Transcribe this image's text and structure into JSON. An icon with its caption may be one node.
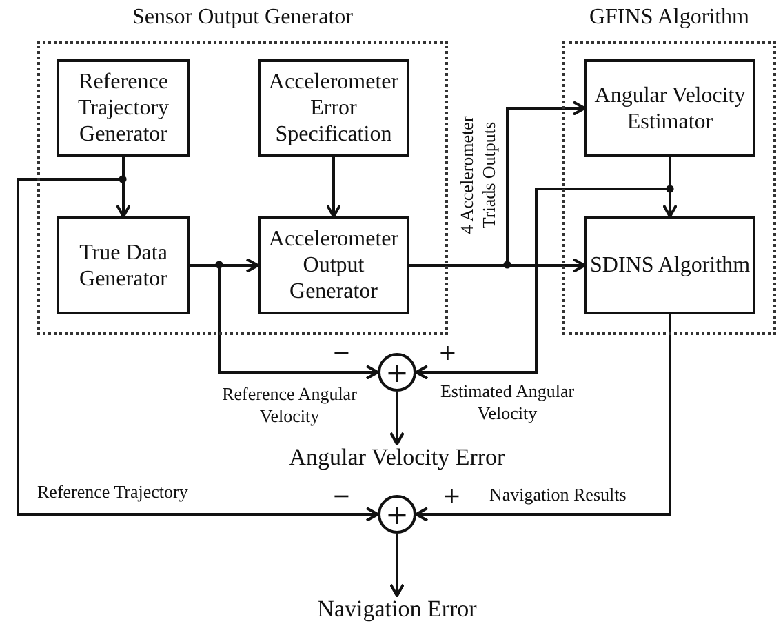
{
  "diagram": {
    "nodes": [
      {
        "text": [
          "Sensor Output Generator"
        ]
      },
      {
        "text": [
          "Reference Trajectory Generator"
        ],
        "in": 0
      },
      {
        "text": [
          "Accelerometer Error Specification"
        ],
        "in": 0
      },
      {
        "text": [
          "True Data Generator"
        ],
        "in": 0
      },
      {
        "text": [
          "Accelerometer Output Generator"
        ],
        "in": 0
      },
      {
        "text": [
          "GFINS Algorithm"
        ]
      },
      {
        "text": [
          "Angular Velocity Estimator"
        ],
        "in": 5
      },
      {
        "text": [
          "SDINS Algorithm"
        ],
        "in": 5
      },
      {
        "text": [
          "+"
        ]
      },
      {
        "text": [
          "Angular Velocity Error"
        ]
      },
      {
        "text": [
          "+"
        ]
      },
      {
        "text": [
          "Navigation Error"
        ]
      }
    ],
    "edges": [
      {
        "from": 1,
        "to": 3,
        "arrow": "to"
      },
      {
        "from": 1,
        "to": 10,
        "arrow": "to",
        "label": "Reference Trajectory"
      },
      {
        "from": 2,
        "to": 4,
        "arrow": "to"
      },
      {
        "from": 3,
        "to": 4,
        "arrow": "to"
      },
      {
        "from": 3,
        "to": 8,
        "arrow": "to",
        "label": "Reference Angular Velocity"
      },
      {
        "from": 4,
        "to": 6,
        "arrow": "to"
      },
      {
        "from": 4,
        "to": 7,
        "arrow": "to"
      },
      {
        "from": 6,
        "to": 7,
        "arrow": "to"
      },
      {
        "from": 6,
        "to": 8,
        "arrow": "to",
        "label": "Estimated Angular Velocity"
      },
      {
        "from": 7,
        "to": 10,
        "arrow": "to",
        "label": "Navigation Results"
      },
      {
        "from": 8,
        "to": 9,
        "arrow": "to"
      },
      {
        "from": 10,
        "to": 11,
        "arrow": "to"
      }
    ],
    "labels": [
      "4 Accelerometer Triads Outputs",
      "−",
      "+",
      "−",
      "+"
    ]
  }
}
